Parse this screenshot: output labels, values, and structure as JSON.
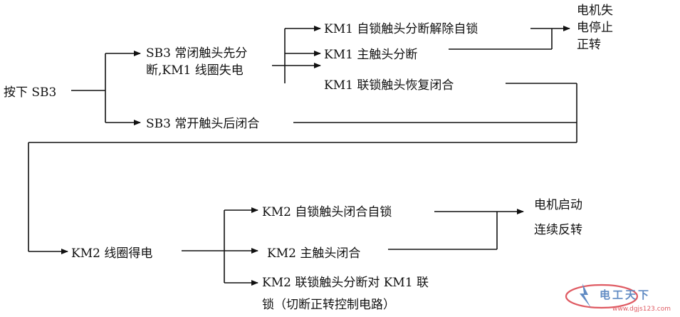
{
  "nodes": {
    "press_sb3": "按下 SB3",
    "sb3_nc_line1": "SB3 常闭触头先分",
    "sb3_nc_line2": "断,KM1 线圈失电",
    "km1_self_lock": "KM1 自锁触头分断解除自锁",
    "km1_main": "KM1 主触头分断",
    "km1_interlock": "KM1 联锁触头恢复闭合",
    "motor_stop_line1": "电机失",
    "motor_stop_line2": "电停止",
    "motor_stop_line3": "正转",
    "sb3_no": "SB3 常开触头后闭合",
    "km2_coil": "KM2 线圈得电",
    "km2_self_lock": "KM2 自锁触头闭合自锁",
    "km2_main": "KM2 主触头闭合",
    "km2_interlock_line1": "KM2 联锁触头分断对 KM1 联",
    "km2_interlock_line2": "锁（切断正转控制电路）",
    "motor_start_line1": "电机启动",
    "motor_start_line2": "连续反转"
  },
  "watermark": {
    "brand": "电工天下",
    "url": "www.dgjs123.com",
    "accent_red": "#d8323c",
    "accent_blue": "#3a6fb5"
  }
}
